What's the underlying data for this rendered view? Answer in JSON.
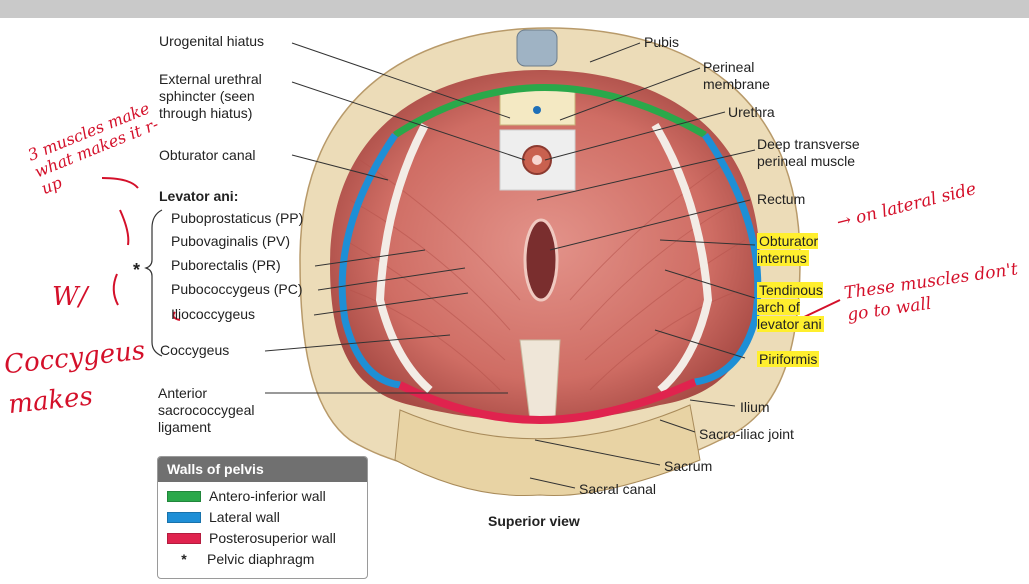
{
  "labels_left": {
    "urogenital_hiatus": "Urogenital hiatus",
    "external_urethral_sphincter": "External urethral sphincter (seen through hiatus)",
    "obturator_canal": "Obturator canal",
    "levator_ani": "Levator ani:",
    "puboprostaticus": "Puboprostaticus (PP)",
    "pubovaginalis": "Pubovaginalis (PV)",
    "puborectalis": "Puborectalis (PR)",
    "pubococcygeus": "Pubococcygeus (PC)",
    "iliococcygeus": "Iliococcygeus",
    "coccygeus": "Coccygeus",
    "anterior_sacrococcygeal": "Anterior sacrococcygeal ligament",
    "star": "*"
  },
  "labels_right": {
    "pubis": "Pubis",
    "perineal_membrane": "Perineal membrane",
    "urethra": "Urethra",
    "deep_transverse": "Deep transverse perineal muscle",
    "rectum": "Rectum",
    "obturator_internus": "Obturator internus",
    "tendinous_arch": "Tendinous arch of levator ani",
    "piriformis": "Piriformis",
    "ilium": "Ilium",
    "sacro_iliac": "Sacro-iliac joint",
    "sacrum": "Sacrum",
    "sacral_canal": "Sacral canal"
  },
  "caption": "Superior view",
  "legend": {
    "title": "Walls of pelvis",
    "items": [
      {
        "label": "Antero-inferior wall",
        "color": "#2aa84a"
      },
      {
        "label": "Lateral wall",
        "color": "#1e8fd6"
      },
      {
        "label": "Posterosuperior wall",
        "color": "#e0234e"
      }
    ],
    "star_symbol": "*",
    "star_label": "Pelvic diaphragm"
  },
  "handwriting": {
    "left_top": "3 muscles make what makes it r-up",
    "left_w": "W/",
    "left_bottom": "Coccygeus makes",
    "right_top": "→ on lateral side",
    "right_mid": "These muscles don't go to wall"
  },
  "colors": {
    "muscle": "#d97a70",
    "bone": "#ecdcb8",
    "highlight": "#ffef2e",
    "ink": "#d4102a"
  }
}
